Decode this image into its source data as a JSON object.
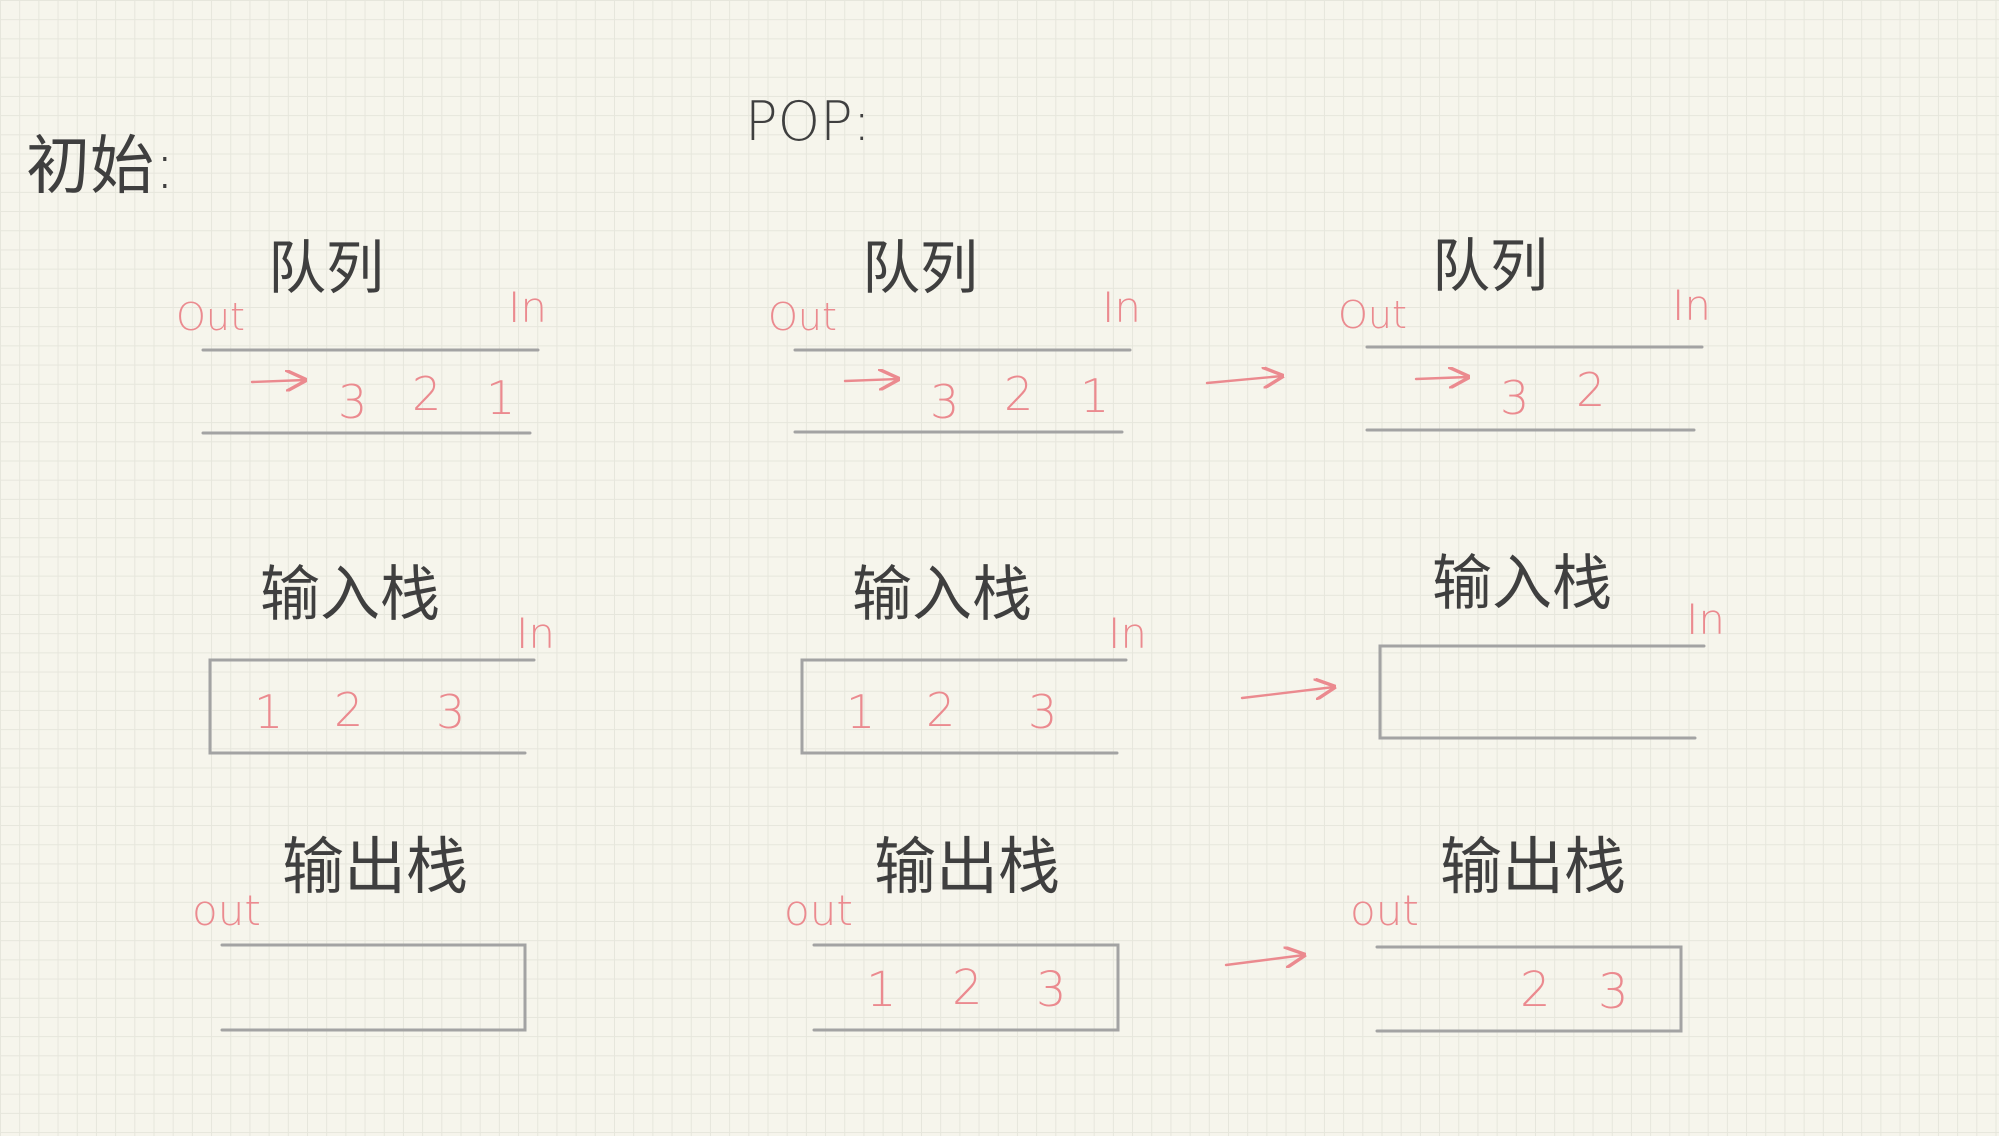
{
  "headings": {
    "initial": "初始:",
    "pop": "POP:"
  },
  "labels": {
    "queue": "队列",
    "input_stack": "输入栈",
    "output_stack": "输出栈",
    "out_upper": "Out",
    "out_lower": "out",
    "in": "In"
  },
  "colors": {
    "ink": "#3f3f3f",
    "pink": "#eb8a8f",
    "line": "#a3a3a3",
    "paper": "#f6f5ec"
  },
  "columns": [
    {
      "queue_values": [
        "3",
        "2",
        "1"
      ],
      "input_stack_values": [
        "1",
        "2",
        "3"
      ],
      "output_stack_values": []
    },
    {
      "queue_values": [
        "3",
        "2",
        "1"
      ],
      "input_stack_values": [
        "1",
        "2",
        "3"
      ],
      "output_stack_values": [
        "1",
        "2",
        "3"
      ]
    },
    {
      "queue_values": [
        "3",
        "2"
      ],
      "input_stack_values": [],
      "output_stack_values": [
        "2",
        "3"
      ]
    }
  ]
}
